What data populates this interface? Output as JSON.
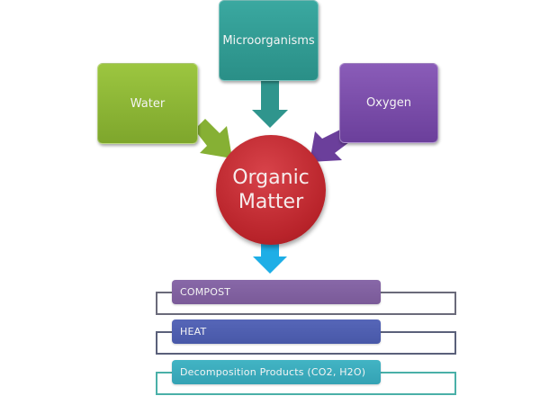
{
  "diagram": {
    "title": "Composting process",
    "inputs": [
      {
        "label": "Microorganisms",
        "color": "#3aa8a0"
      },
      {
        "label": "Water",
        "color": "#9cc640"
      },
      {
        "label": "Oxygen",
        "color": "#7b4fab"
      }
    ],
    "center": {
      "line1": "Organic",
      "line2": "Matter",
      "color": "#c3282f"
    },
    "down_arrow_color": "#1eaee6",
    "outputs": [
      {
        "label": "COMPOST",
        "color": "#80609f"
      },
      {
        "label": "HEAT",
        "color": "#4f5fb0"
      },
      {
        "label": "Decomposition Products (CO2, H2O)",
        "color": "#3aaec0"
      }
    ]
  }
}
